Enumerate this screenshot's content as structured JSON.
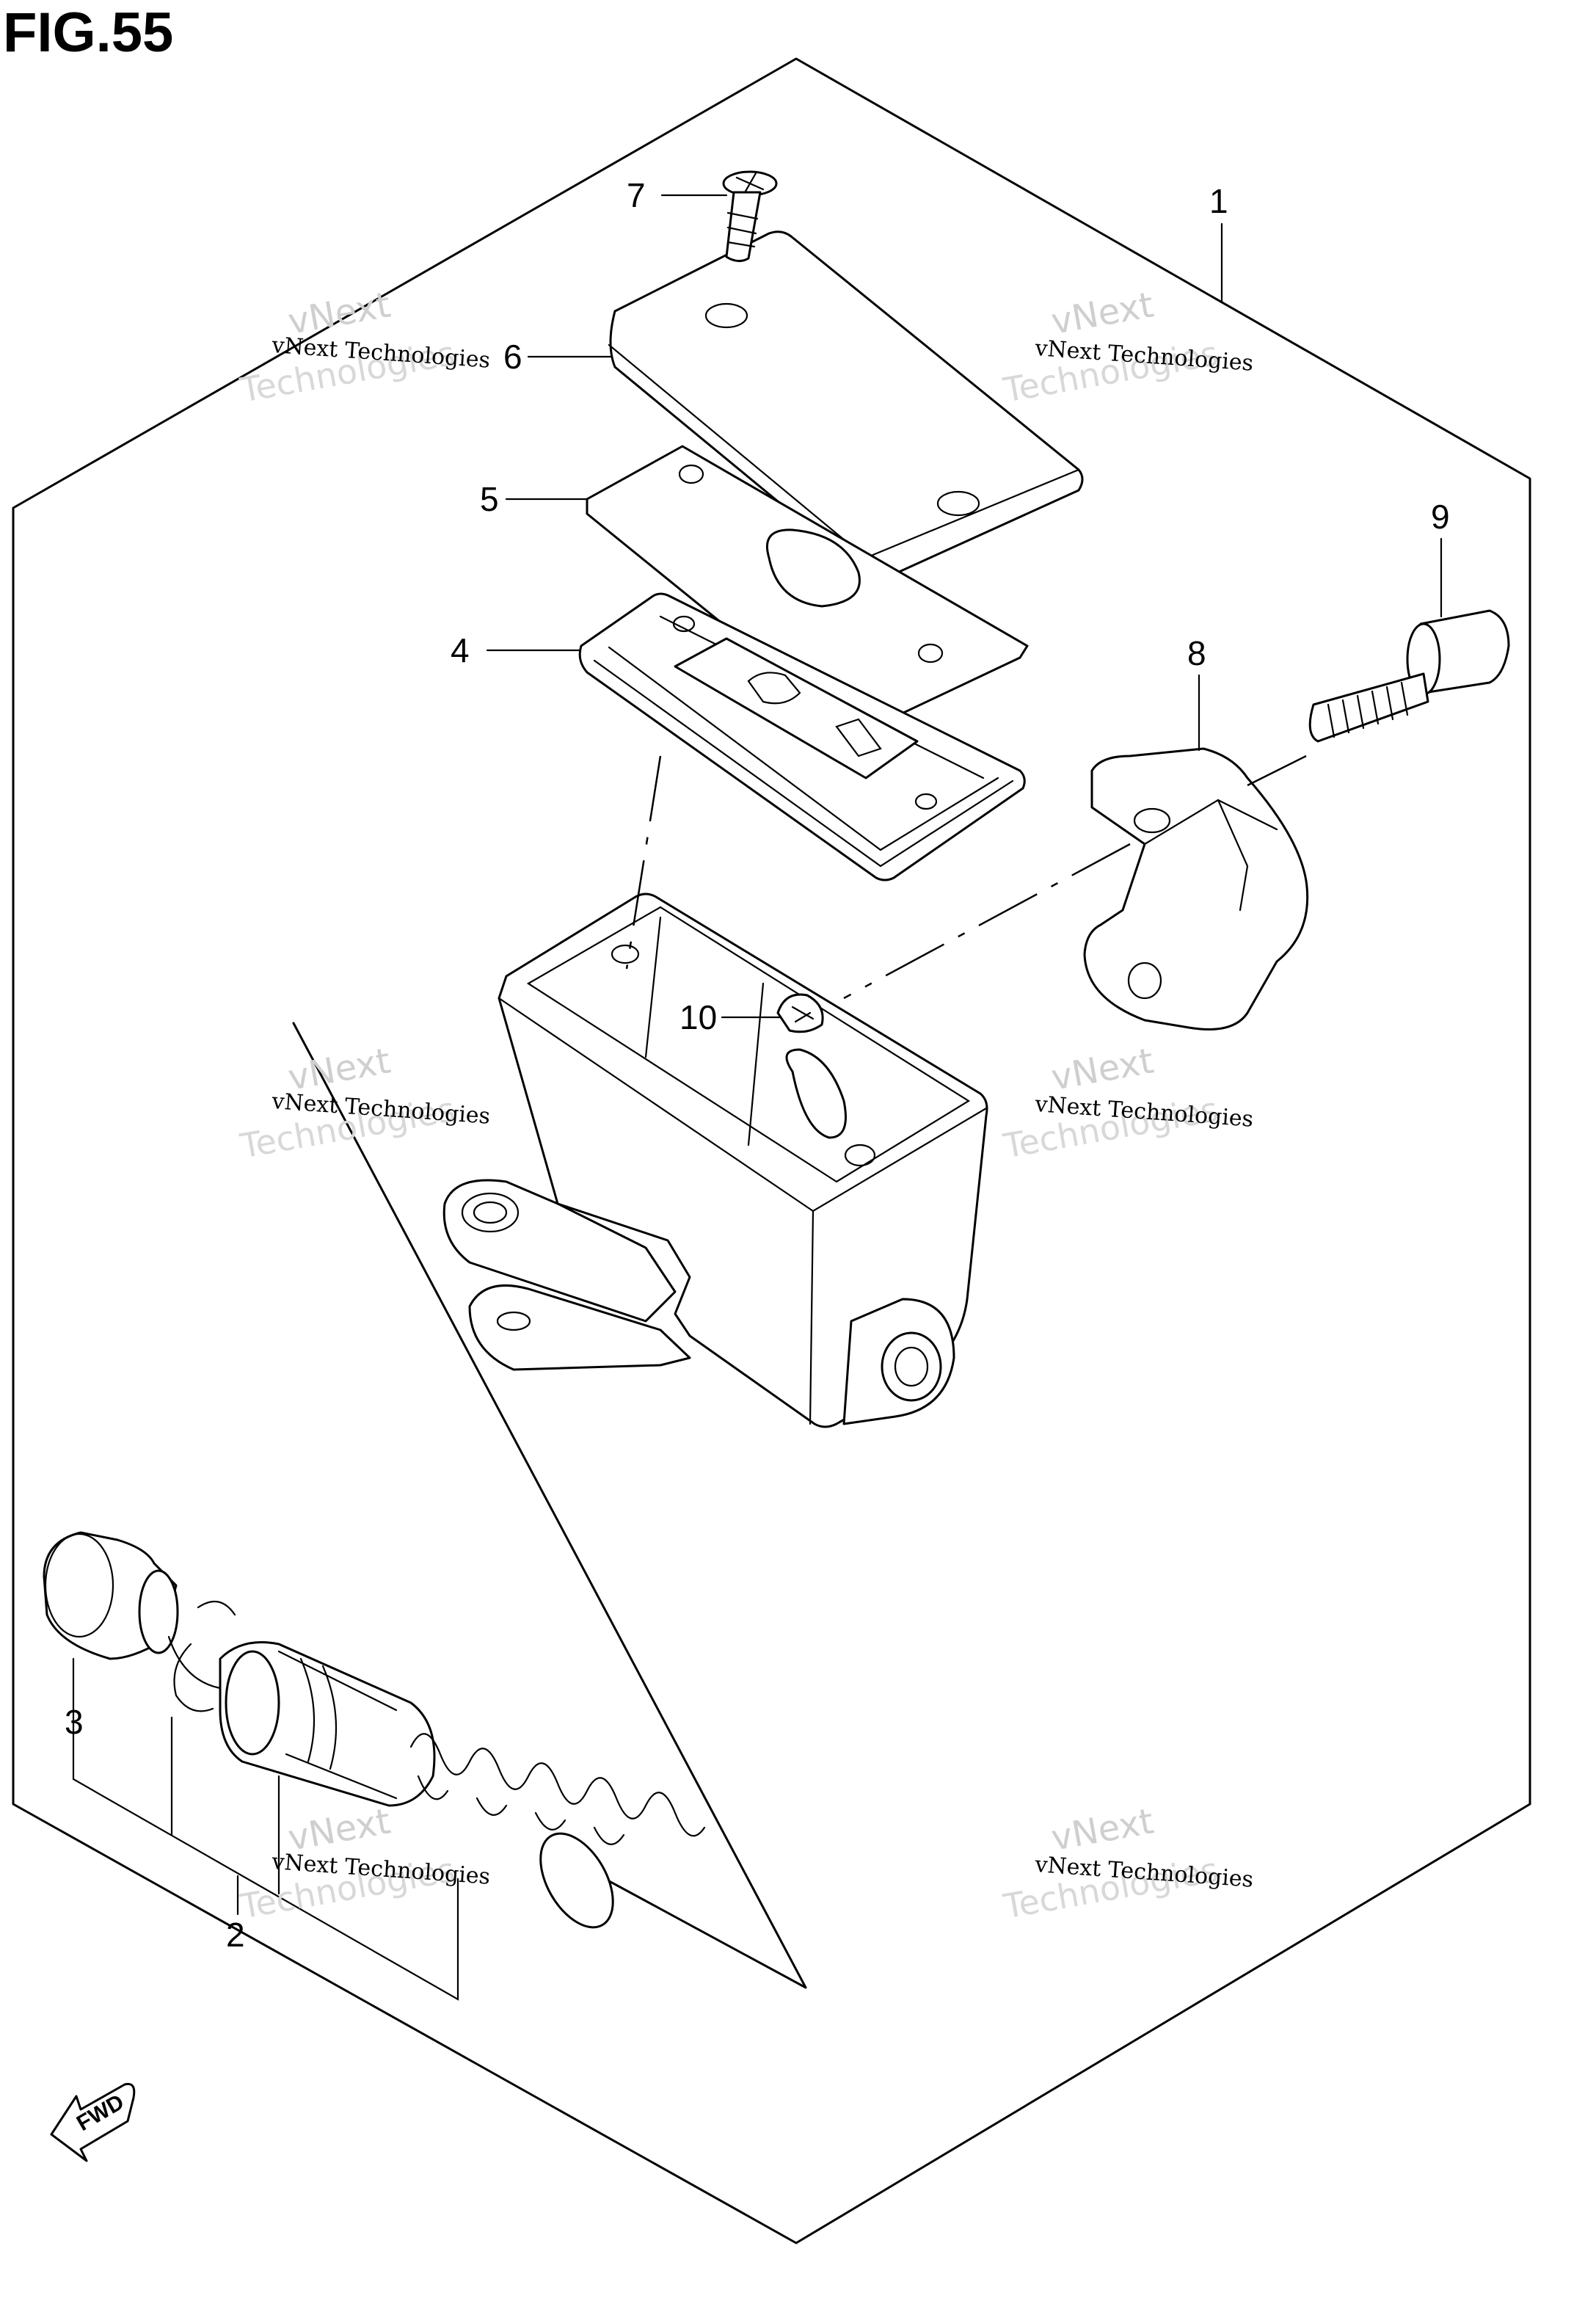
{
  "figure": {
    "title": "FIG.55"
  },
  "callouts": [
    {
      "id": "1",
      "label": "1"
    },
    {
      "id": "2",
      "label": "2"
    },
    {
      "id": "3",
      "label": "3"
    },
    {
      "id": "4",
      "label": "4"
    },
    {
      "id": "5",
      "label": "5"
    },
    {
      "id": "6",
      "label": "6"
    },
    {
      "id": "7",
      "label": "7"
    },
    {
      "id": "8",
      "label": "8"
    },
    {
      "id": "9",
      "label": "9"
    },
    {
      "id": "10",
      "label": "10"
    }
  ],
  "watermark": {
    "line1": "vNext Technologies",
    "line2": "vNext",
    "line3": "Technologies"
  },
  "fwd_label": "FWD"
}
